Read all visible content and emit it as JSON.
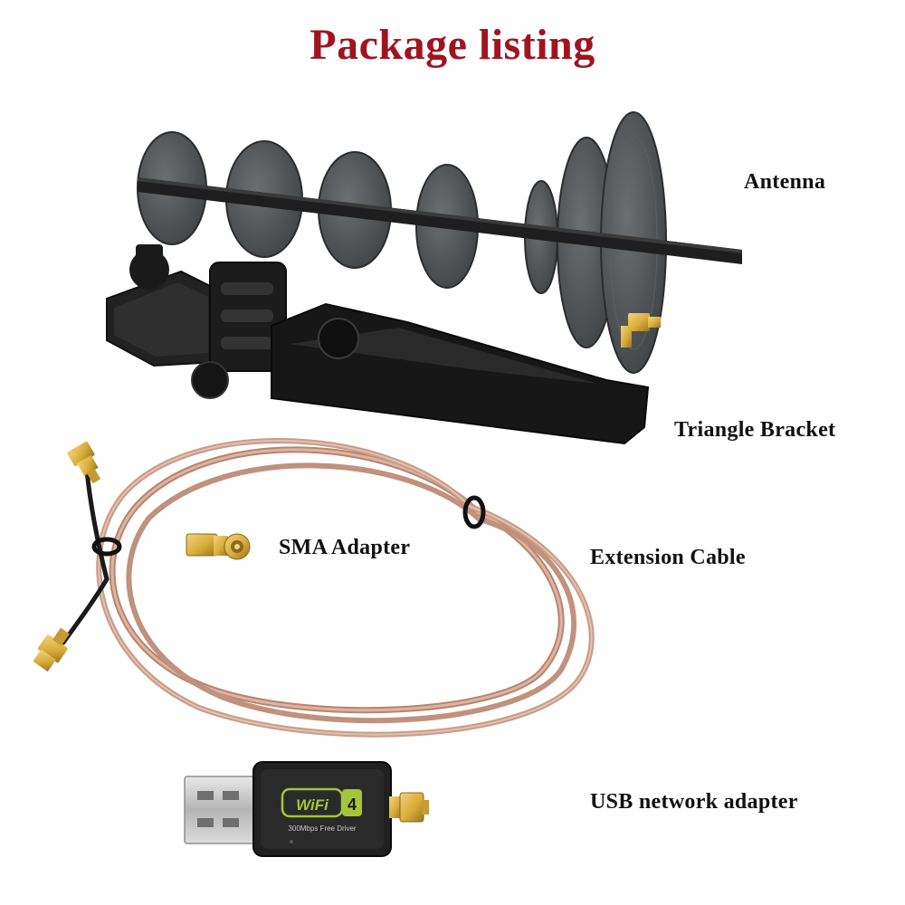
{
  "title": "Package listing",
  "colors": {
    "title": "#a01420",
    "background": "#ffffff",
    "label": "#111111",
    "antenna_disc": "#4d5052",
    "antenna_boom": "#1e1e1e",
    "bracket": "#181818",
    "cable": "#c99a86",
    "connector_gold": "#d8ad3a",
    "usb_metal": "#c9c9c9"
  },
  "labels": {
    "antenna": "Antenna",
    "bracket": "Triangle Bracket",
    "sma": "SMA Adapter",
    "cable": "Extension Cable",
    "usb": "USB network adapter"
  },
  "usb_adapter": {
    "badge": "WiFi",
    "badge_number": "4",
    "caption": "300Mbps Free Driver"
  }
}
